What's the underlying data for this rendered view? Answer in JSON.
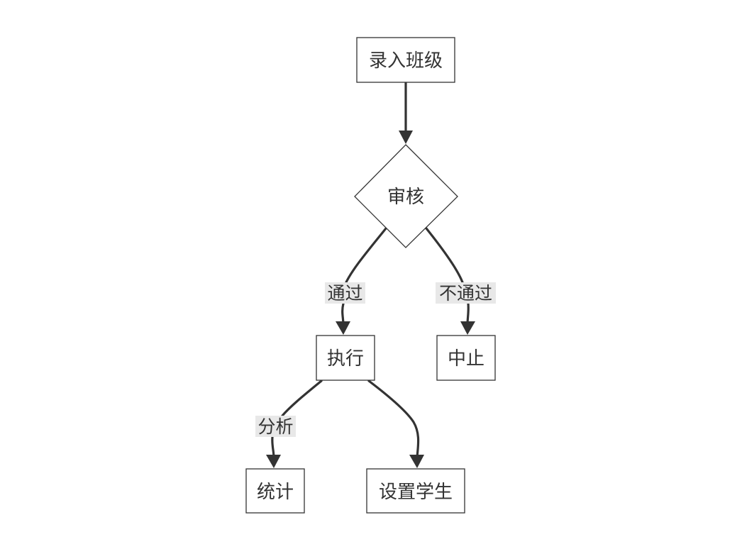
{
  "diagram": {
    "nodes": {
      "enter_class": "录入班级",
      "review": "审核",
      "execute": "执行",
      "abort": "中止",
      "statistics": "统计",
      "set_students": "设置学生"
    },
    "edges": {
      "pass": "通过",
      "fail": "不通过",
      "analyze": "分析"
    },
    "colors": {
      "stroke": "#333333",
      "label_background": "#e8e8e8",
      "node_fill": "#ffffff"
    }
  }
}
